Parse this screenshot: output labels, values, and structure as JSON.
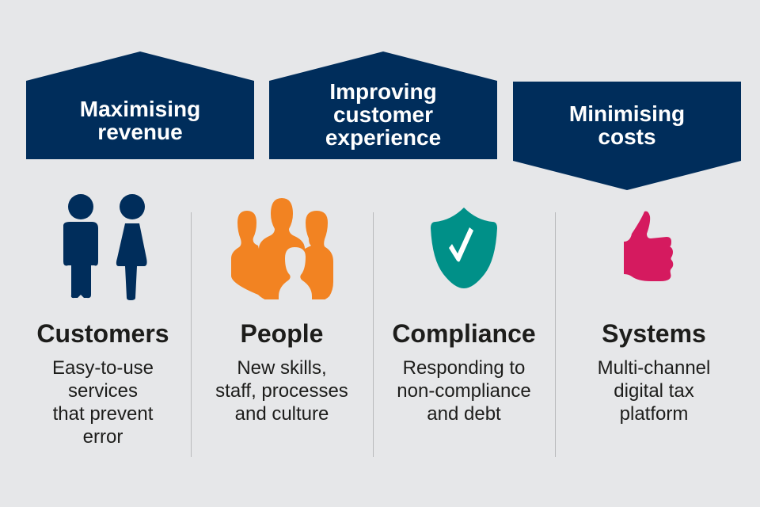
{
  "banners": [
    {
      "label": "Maximising revenue",
      "lines": [
        "Maximising",
        "revenue"
      ]
    },
    {
      "label": "Improving customer experience",
      "lines": [
        "Improving",
        "customer",
        "experience"
      ]
    },
    {
      "label": "Minimising costs",
      "lines": [
        "Minimising",
        "costs"
      ]
    }
  ],
  "columns": [
    {
      "title": "Customers",
      "icon": "man-woman-icon",
      "lines": [
        "Easy-to-use",
        "services",
        "that prevent",
        "error"
      ]
    },
    {
      "title": "People",
      "icon": "group-people-icon",
      "lines": [
        "New skills,",
        "staff, processes",
        "and culture"
      ]
    },
    {
      "title": "Compliance",
      "icon": "shield-check-icon",
      "lines": [
        "Responding to",
        "non-compliance",
        "and debt"
      ]
    },
    {
      "title": "Systems",
      "icon": "thumbs-up-icon",
      "lines": [
        "Multi-channel",
        "digital tax",
        "platform"
      ]
    }
  ],
  "colors": {
    "navy": "#002d5b",
    "orange": "#f28322",
    "teal": "#009088",
    "pink": "#d51a5f",
    "background": "#e6e7e9"
  }
}
